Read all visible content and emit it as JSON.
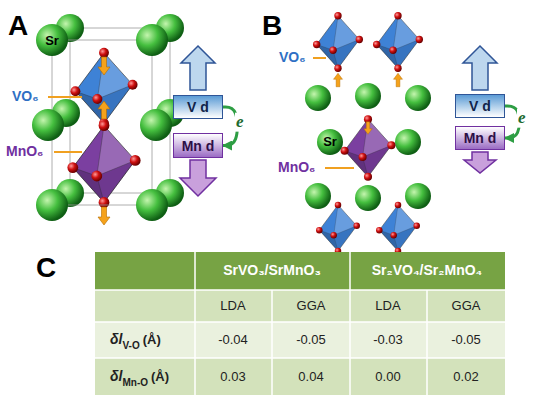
{
  "diagram": {
    "nodes": [
      {
        "text": [
          "V d"
        ]
      },
      {
        "text": [
          "Mn d"
        ]
      },
      {
        "text": [
          "V d"
        ]
      },
      {
        "text": [
          "Mn d"
        ]
      }
    ],
    "edges": [
      {
        "from": 0,
        "to": 1,
        "arrow": "to",
        "label": "e"
      },
      {
        "from": 2,
        "to": 3,
        "arrow": "to",
        "label": "e"
      }
    ],
    "labels": [
      "A",
      "B",
      "C",
      "Sr",
      "VO₆",
      "MnO₆",
      "Sr",
      "VO₆",
      "MnO₆",
      "SrVO₃/SrMnO₃",
      "Sr₂VO₄/Sr₂MnO₄",
      "LDA",
      "GGA",
      "LDA",
      "GGA",
      "δl",
      "V-O",
      "(Å)",
      "-0.04",
      "-0.05",
      "-0.03",
      "-0.05",
      "δl",
      "Mn-O",
      "(Å)",
      "0.03",
      "0.04",
      "0.00",
      "0.02"
    ]
  }
}
